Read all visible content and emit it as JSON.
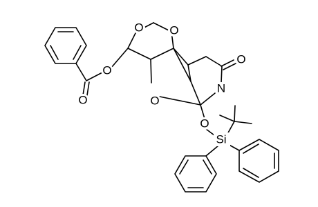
{
  "labels": {
    "o_benzoate_ester": "O",
    "o_benzoate_carbonyl": "O",
    "o_dioxane_left": "O",
    "o_dioxane_right": "O",
    "o_furan": "O",
    "o_lactam_carbonyl": "O",
    "n_lactam": "N",
    "o_silyl_ether": "O",
    "si_atom": "Si"
  }
}
